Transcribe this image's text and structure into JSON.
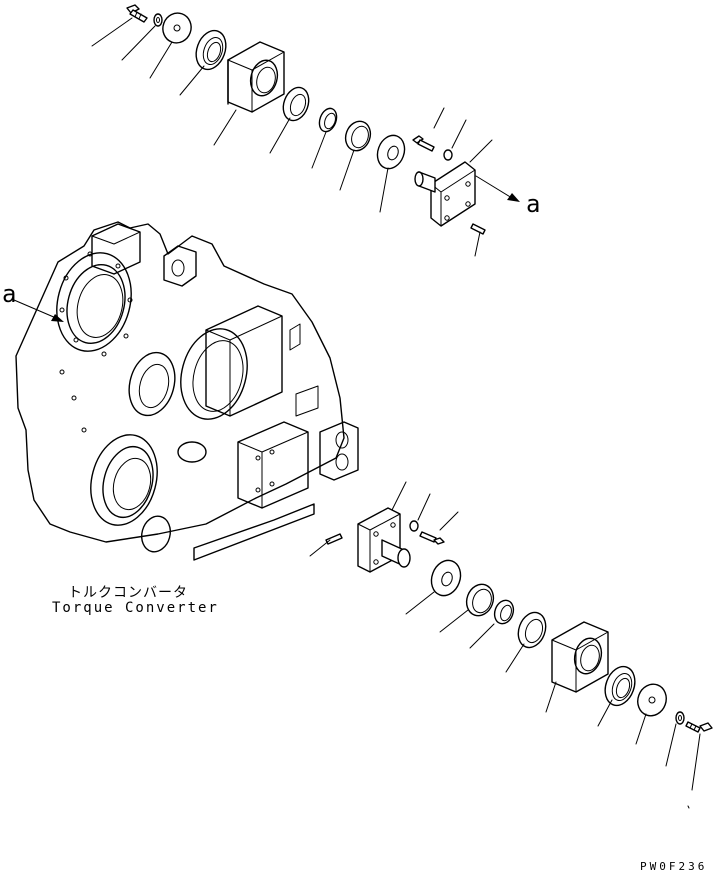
{
  "drawing": {
    "component_label_jp": "トルクコンバータ",
    "component_label_en": "Torque Converter",
    "reference_letter_top": "a",
    "reference_letter_left": "a",
    "drawing_code": "PW0F236"
  }
}
